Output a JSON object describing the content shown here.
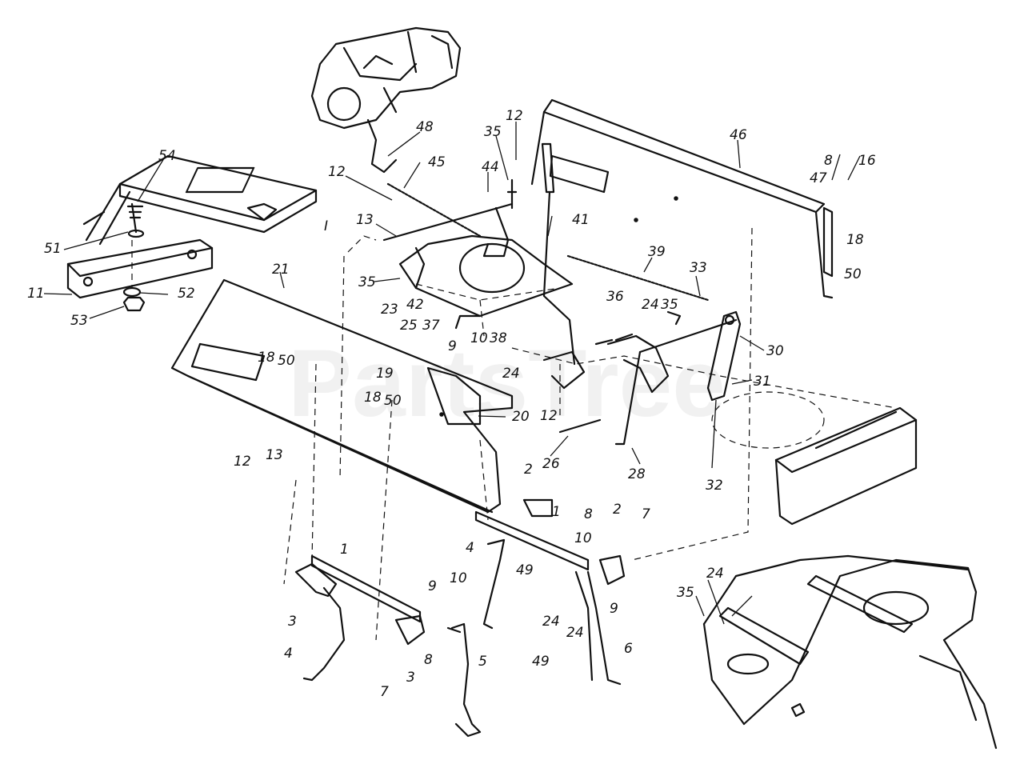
{
  "watermark": "PartsTree",
  "callouts": {
    "c54": "54",
    "c51": "51",
    "c11": "11",
    "c52": "52",
    "c53": "53",
    "cI_a": "I",
    "c48": "48",
    "c12a": "12",
    "c45": "45",
    "c13a": "13",
    "c35a": "35",
    "c23": "23",
    "c42": "42",
    "c37": "37",
    "c25": "25",
    "c9a": "9",
    "c10a": "10",
    "c38": "38",
    "c35b": "35",
    "c12b": "12",
    "c44": "44",
    "c41": "41",
    "c46": "46",
    "c8a": "8",
    "c16": "16",
    "c47": "47",
    "c18a": "18",
    "c50a": "50",
    "c39": "39",
    "c33": "33",
    "c36": "36",
    "c24a": "24",
    "c35c": "35",
    "c30": "30",
    "c31": "31",
    "c32": "32",
    "c21": "21",
    "c18b": "18",
    "c50b": "50",
    "c19": "19",
    "c24b": "24",
    "c20": "20",
    "c12c": "12",
    "c18c": "18",
    "c50c": "50",
    "c12d": "12",
    "c13b": "13",
    "c26": "26",
    "c28": "28",
    "c2a": "2",
    "c1a": "1",
    "c8b": "8",
    "c2b": "2",
    "c7a": "7",
    "c4a": "4",
    "c49a": "49",
    "c10b": "10",
    "c9b": "9",
    "c24c": "24",
    "c24d": "24",
    "c49b": "49",
    "c6": "6",
    "c1b": "1",
    "c9c": "9",
    "c10c": "10",
    "c3a": "3",
    "c4b": "4",
    "c3b": "3",
    "c8c": "8",
    "c7b": "7",
    "c5": "5",
    "c24e": "24",
    "c35d": "35"
  }
}
